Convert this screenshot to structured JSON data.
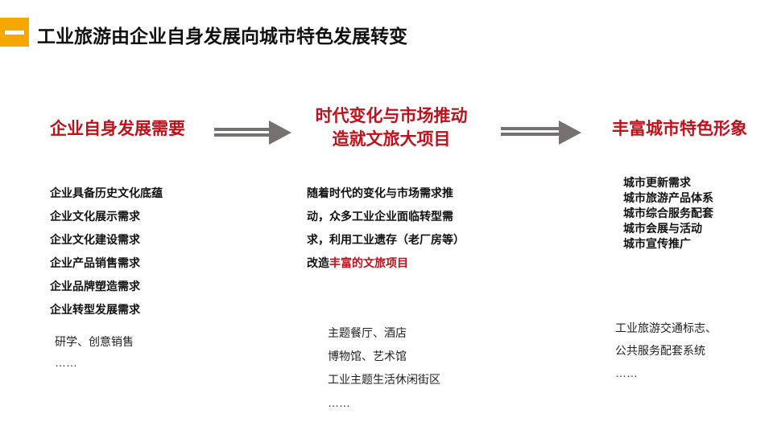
{
  "title": "工业旅游由企业自身发展向城市特色发展转变",
  "columns": [
    {
      "heading": [
        "企业自身发展需要"
      ],
      "items": [
        "企业具备历史文化底蕴",
        "企业文化展示需求",
        "企业文化建设需求",
        "企业产品销售需求",
        "企业品牌塑造需求",
        "企业转型发展需求"
      ],
      "examples": [
        "研学、创意销售",
        "……"
      ]
    },
    {
      "heading": [
        "时代变化与市场推动",
        "造就文旅大项目"
      ],
      "paragraph": [
        "随着时代的变化与市场需求推",
        "动，众多工业企业面临转型需",
        "求，利用工业遗存（老厂房等）"
      ],
      "last_prefix": "改造",
      "last_highlight": "丰富的文旅项目",
      "examples": [
        "主题餐厅、酒店",
        "博物馆、艺术馆",
        "工业主题生活休闲街区",
        "……"
      ]
    },
    {
      "heading": [
        "丰富城市特色形象"
      ],
      "items": [
        "城市更新需求",
        "城市旅游产品体系",
        "城市综合服务配套",
        "城市会展与活动",
        "城市宣传推广"
      ],
      "examples": [
        "工业旅游交通标志、",
        "公共服务配套系统",
        "……"
      ]
    }
  ],
  "colors": {
    "accent": "#f6a800",
    "heading": "#c0111a",
    "arrow": "#767171"
  }
}
